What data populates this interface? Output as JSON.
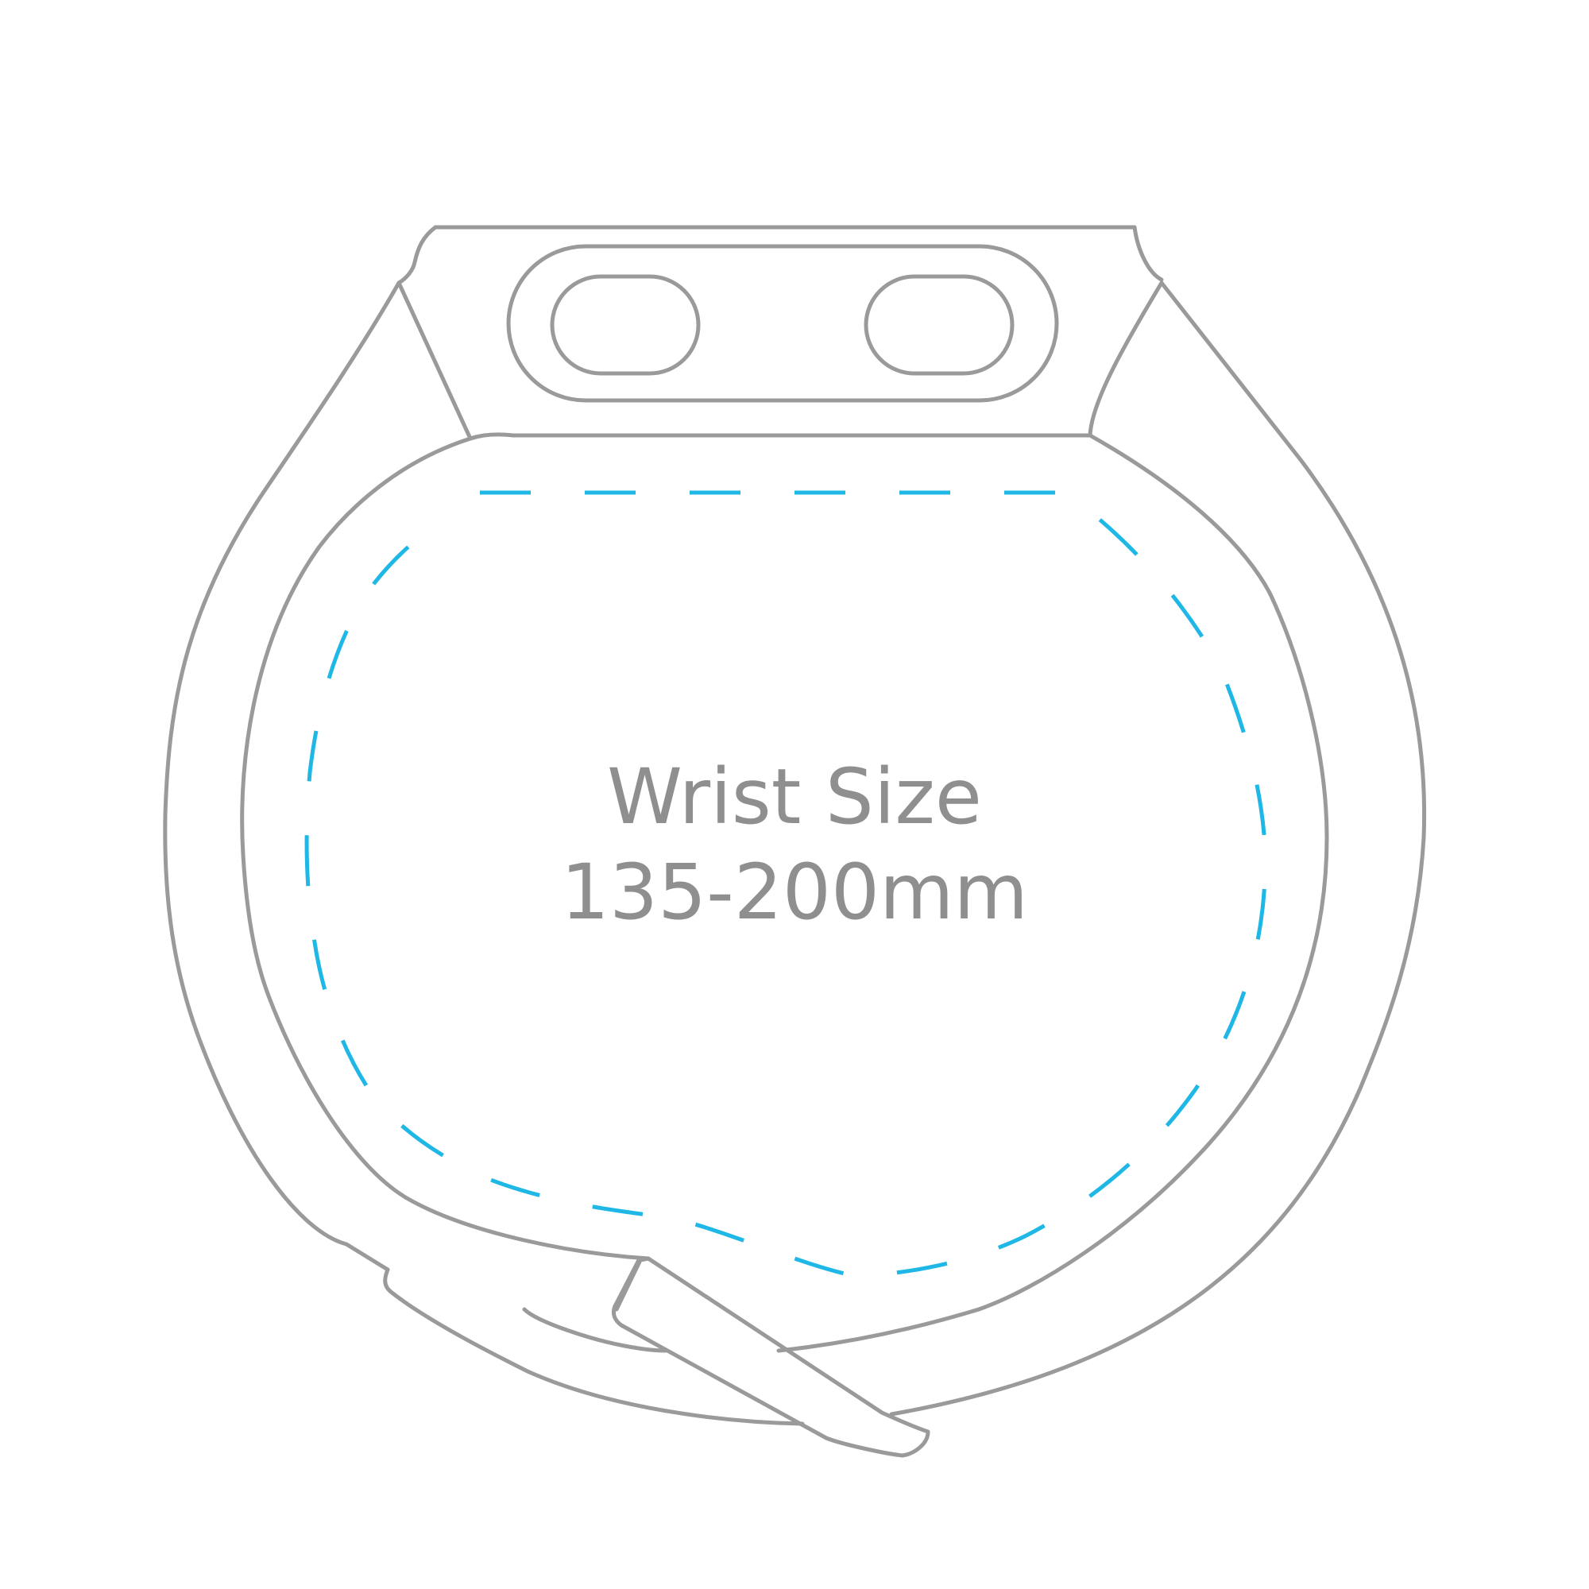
{
  "diagram": {
    "label_line1": "Wrist Size",
    "label_line2": "135-200mm"
  },
  "colors": {
    "background": "#ffffff",
    "outline": "#9a9a9a",
    "label": "#8f8f8f",
    "measure_dash": "#1fb8e6"
  },
  "icons": {
    "device": "fitness-band-device",
    "strap": "wrist-strap",
    "measure": "dashed-wrist-circumference"
  }
}
